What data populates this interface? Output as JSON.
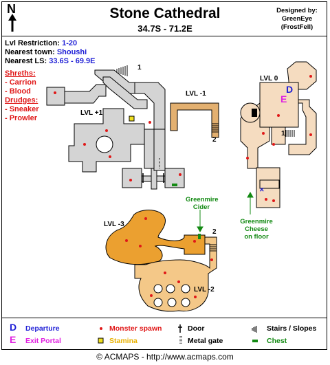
{
  "header": {
    "compass_letter": "N",
    "title": "Stone Cathedral",
    "coords": "34.7S - 71.2E",
    "designer_line1": "Designed by:",
    "designer_line2": "GreenEye",
    "designer_line3": "(FrostFell)"
  },
  "info": {
    "lvl_label": "Lvl Restriction:",
    "lvl_value": "1-20",
    "town_label": "Nearest town:",
    "town_value": "Shoushi",
    "ls_label": "Nearest LS:",
    "ls_value": "33.6S - 69.9E"
  },
  "monsters": {
    "group1_title": "Shreths:",
    "group1_items": [
      "- Carrion",
      "- Blood"
    ],
    "group2_title": "Drudges:",
    "group2_items": [
      "- Sneaker",
      "- Prowler"
    ]
  },
  "levels": {
    "lvl_plus1": "LVL +1",
    "lvl_minus1": "LVL -1",
    "lvl_0": "LVL 0",
    "lvl_minus3": "LVL -3",
    "lvl_minus2": "LVL -2"
  },
  "connectors": {
    "one_a": "1",
    "one_b": "1",
    "two_a": "2",
    "two_b": "2"
  },
  "markers": {
    "departure": "D",
    "exit": "E"
  },
  "annotations": {
    "cider_1": "Greenmire",
    "cider_2": "Cider",
    "cheese_1": "Greenmire",
    "cheese_2": "Cheese",
    "cheese_3": "on floor"
  },
  "legend": {
    "departure_symbol": "D",
    "departure": "Departure",
    "exit_symbol": "E",
    "exit": "Exit Portal",
    "monster": "Monster spawn",
    "stamina": "Stamina",
    "door": "Door",
    "gate": "Metal gate",
    "stairs": "Stairs / Slopes",
    "chest": "Chest"
  },
  "footer": {
    "copyright": "© ACMAPS - http://www.acmaps.com"
  },
  "colors": {
    "lvl_plus1": "#d4d4d4",
    "lvl_minus1": "#e3b070",
    "lvl_0": "#f5dcc0",
    "lvl_minus3": "#eba030",
    "lvl_minus2": "#f4c888",
    "monster": "#e01818",
    "stamina": "#f0e020",
    "chest": "#138a13",
    "departure": "#1f1fd6",
    "exit": "#e020e0"
  }
}
